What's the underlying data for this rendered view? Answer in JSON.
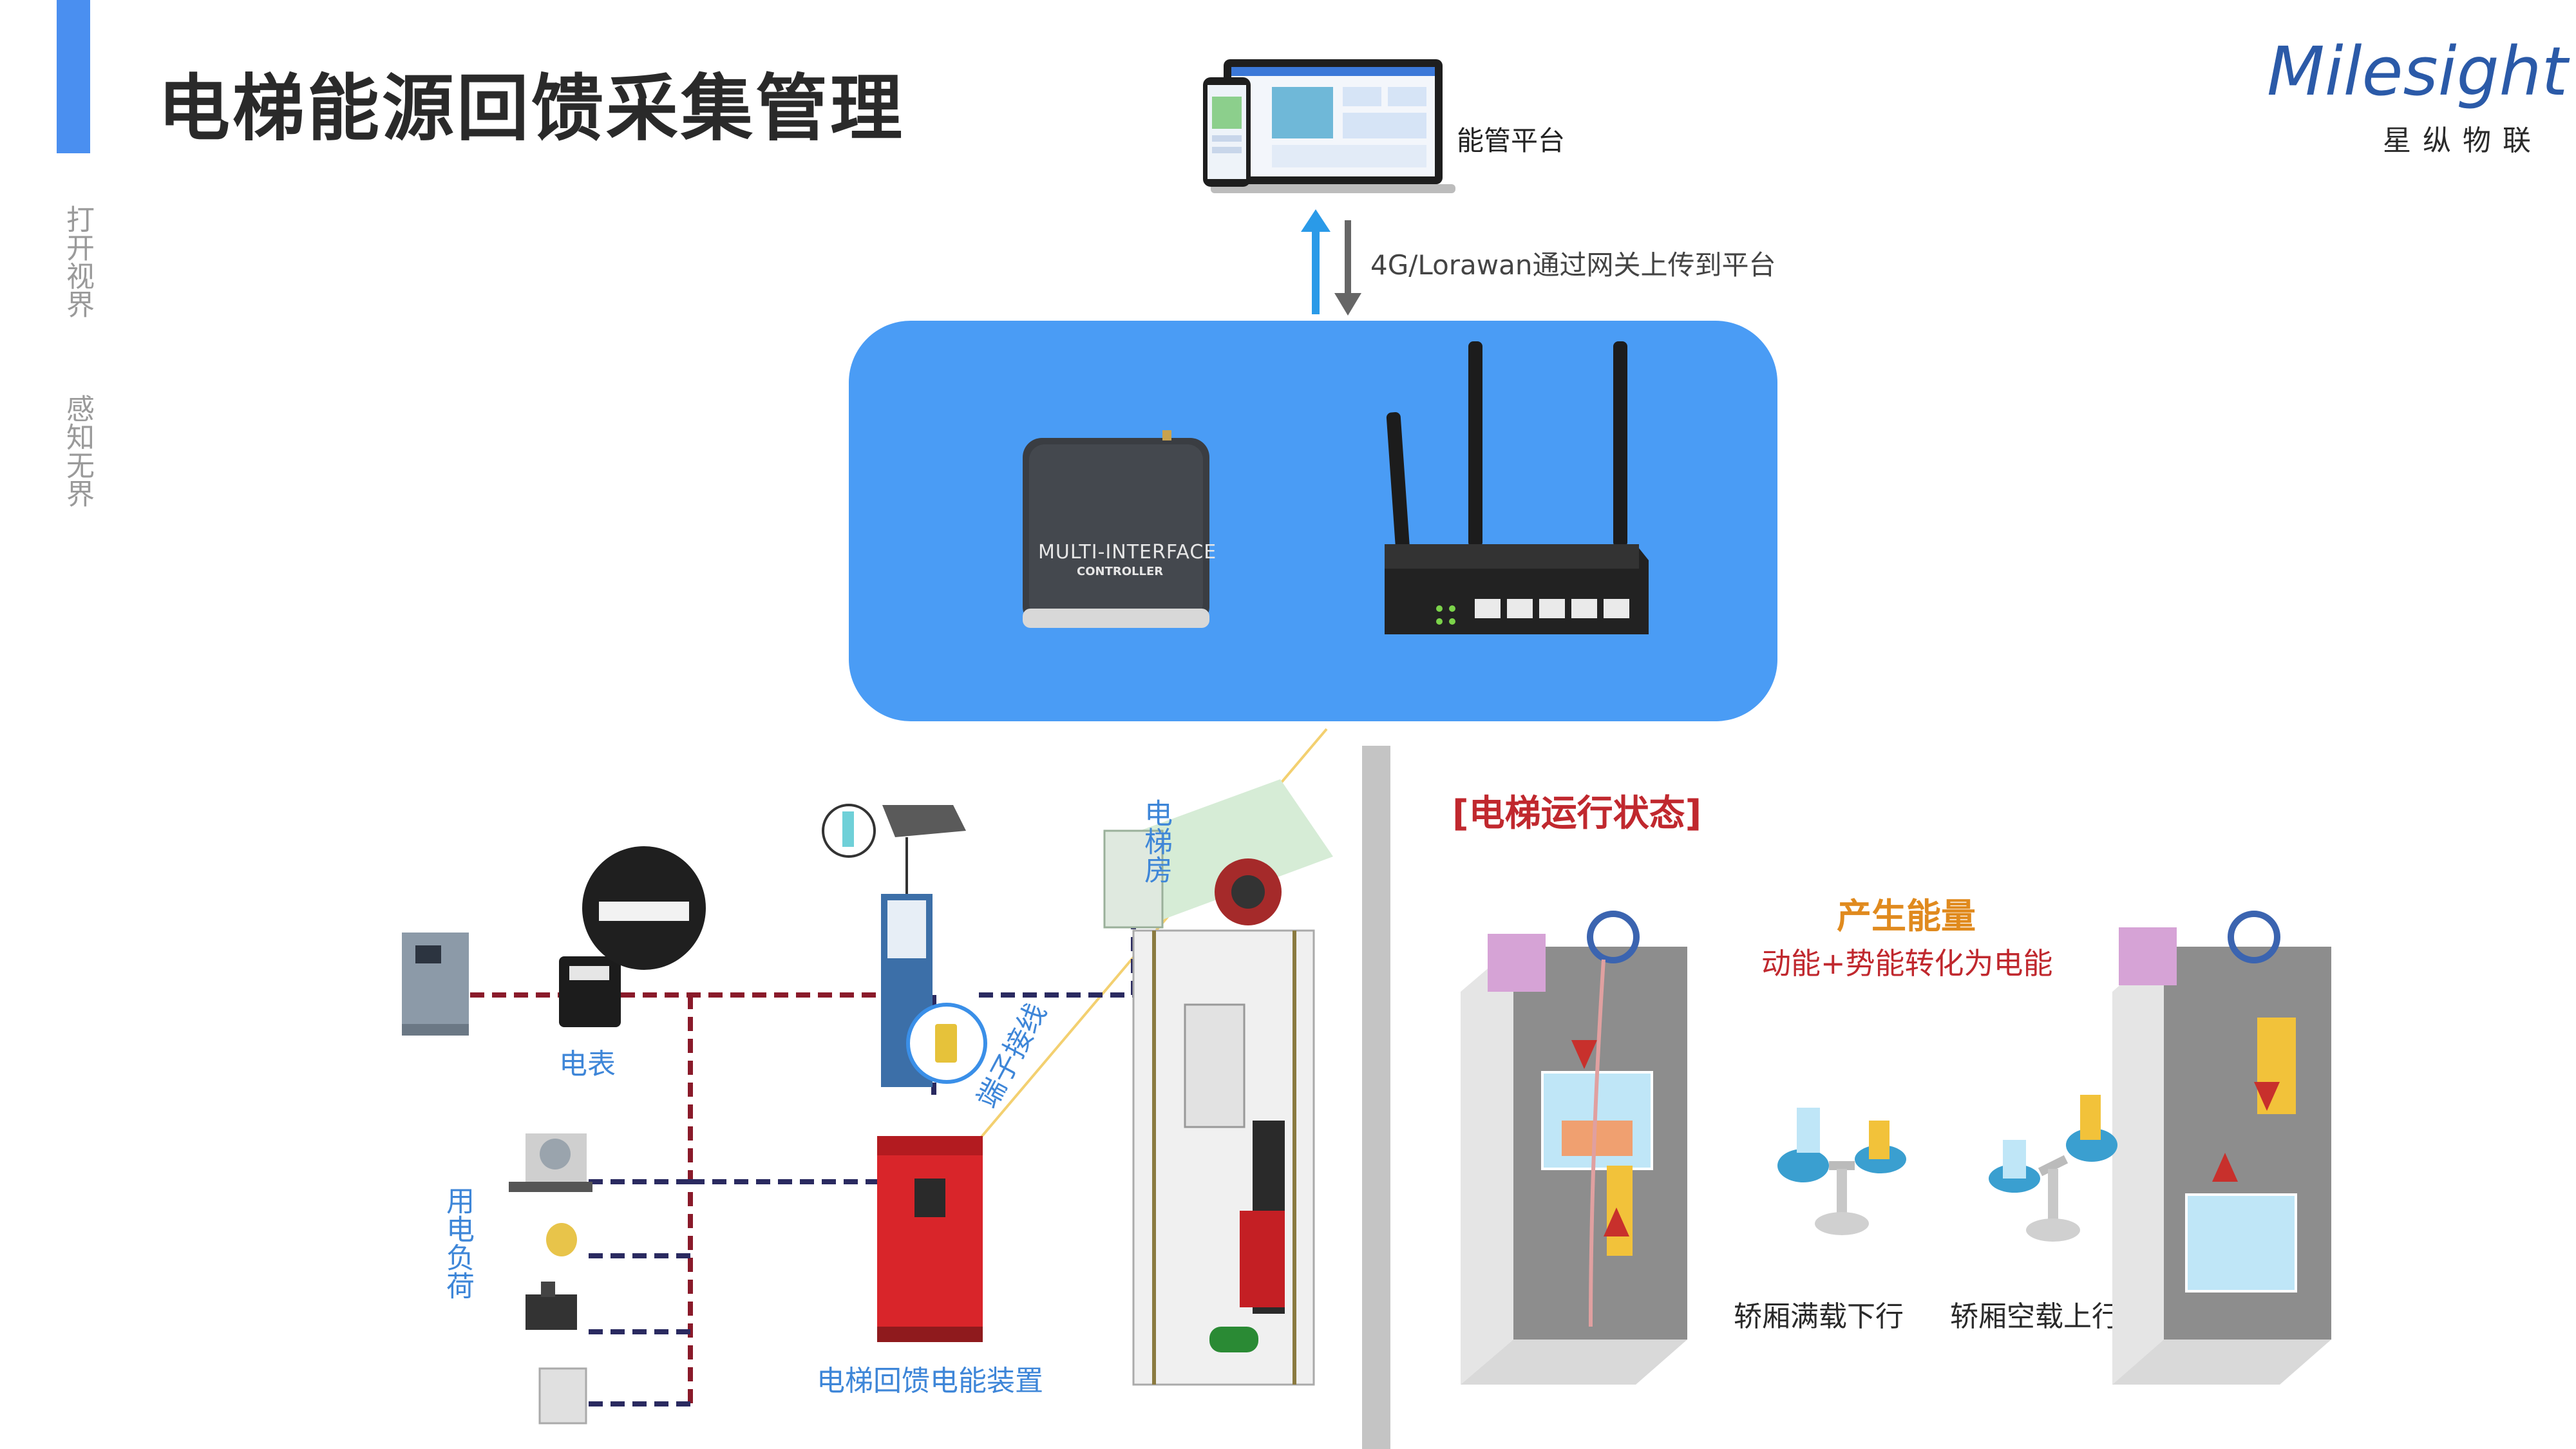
{
  "header": {
    "title": "电梯能源回馈采集管理",
    "side_slogan_1": "打开视界",
    "side_slogan_2": "感知无界"
  },
  "logo": {
    "word": "Milesight",
    "cn": "星纵物联"
  },
  "platform": {
    "label": "能管平台",
    "link_label": "4G/Lorawan通过网关上传到平台"
  },
  "devices": {
    "controller_text": "MULTI-INTERFACE",
    "controller_sub": "CONTROLLER"
  },
  "diagram": {
    "meter_label": "电表",
    "load_label": "用电负荷",
    "feedback_label": "电梯回馈电能装置",
    "machine_room_label": "电梯房",
    "terminal_label": "端子接线"
  },
  "status": {
    "title": "[电梯运行状态]",
    "energy_title": "产生能量",
    "energy_desc": "动能+势能转化为电能",
    "case_down": "轿厢满载下行",
    "case_up": "轿厢空载上行"
  },
  "colors": {
    "accent": "#4a8ff0",
    "gateway_bg": "#4a9cf5",
    "status_red": "#c0282e",
    "energy_orange": "#e08a1e",
    "label_blue": "#3e86d8"
  }
}
